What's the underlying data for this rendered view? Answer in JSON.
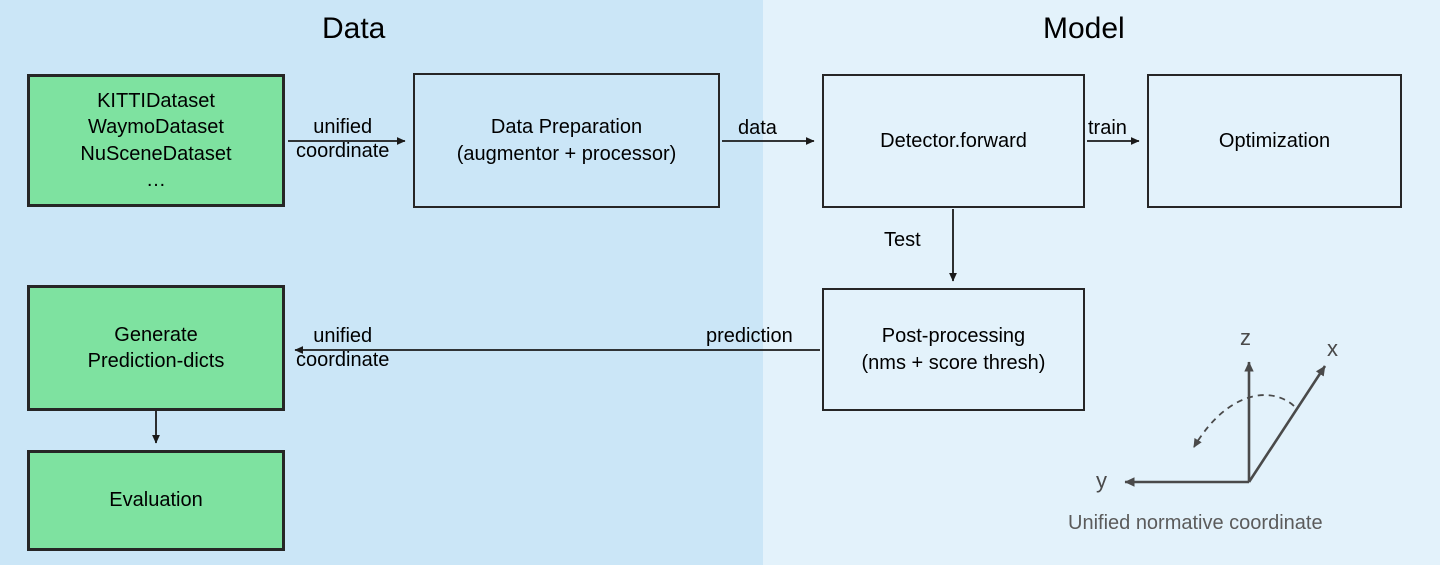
{
  "panels": {
    "data": {
      "title": "Data",
      "color": "#cbe6f7"
    },
    "model": {
      "title": "Model",
      "color": "#e3f2fb"
    }
  },
  "colors": {
    "green_node": "#7ee2a0",
    "node_border": "#262626",
    "data_panel_bg": "#cbe6f7",
    "model_panel_bg": "#e3f2fb",
    "axis_gray": "#4a4a4a",
    "caption_gray": "#5b5b5b"
  },
  "nodes": {
    "datasets": {
      "lines": [
        "KITTIDataset",
        "WaymoDataset",
        "NuSceneDataset",
        "…"
      ],
      "fill": "green"
    },
    "data_preparation": {
      "lines": [
        "Data Preparation",
        "(augmentor + processor)"
      ],
      "fill": "none"
    },
    "detector_forward": {
      "lines": [
        "Detector.forward"
      ],
      "fill": "none"
    },
    "optimization": {
      "lines": [
        "Optimization"
      ],
      "fill": "none"
    },
    "post_processing": {
      "lines": [
        "Post-processing",
        "(nms + score thresh)"
      ],
      "fill": "none"
    },
    "generate_prediction_dicts": {
      "lines": [
        "Generate",
        "Prediction-dicts"
      ],
      "fill": "green"
    },
    "evaluation": {
      "lines": [
        "Evaluation"
      ],
      "fill": "green"
    }
  },
  "edges": {
    "datasets_to_prep": {
      "line1": "unified",
      "line2": "coordinate"
    },
    "prep_to_detector": {
      "line1": "data"
    },
    "detector_to_optimization": {
      "line1": "train"
    },
    "detector_to_postproc": {
      "line1": "Test"
    },
    "postproc_to_generate_right": {
      "line1": "prediction"
    },
    "postproc_to_generate_left": {
      "line1": "unified",
      "line2": "coordinate"
    }
  },
  "coordinate_frame": {
    "axis_x": "x",
    "axis_y": "y",
    "axis_z": "z",
    "caption": "Unified normative coordinate"
  }
}
